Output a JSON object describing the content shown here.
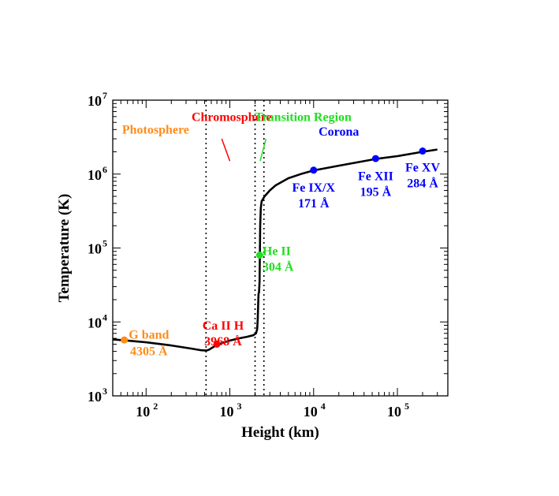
{
  "chart_data": {
    "type": "line",
    "title": "",
    "xlabel": "Height (km)",
    "ylabel": "Temperature (K)",
    "xscale": "log",
    "yscale": "log",
    "xlim": [
      40,
      400000
    ],
    "ylim": [
      1000,
      10000000
    ],
    "x_ticks": [
      {
        "value": 100,
        "base": "10",
        "exp": "2"
      },
      {
        "value": 1000,
        "base": "10",
        "exp": "3"
      },
      {
        "value": 10000,
        "base": "10",
        "exp": "4"
      },
      {
        "value": 100000,
        "base": "10",
        "exp": "5"
      }
    ],
    "y_ticks": [
      {
        "value": 1000,
        "base": "10",
        "exp": "3"
      },
      {
        "value": 10000,
        "base": "10",
        "exp": "4"
      },
      {
        "value": 100000,
        "base": "10",
        "exp": "5"
      },
      {
        "value": 1000000,
        "base": "10",
        "exp": "6"
      },
      {
        "value": 10000000,
        "base": "10",
        "exp": "7"
      }
    ],
    "grid": false,
    "series": [
      {
        "color": "#000000",
        "points": [
          [
            40,
            5800
          ],
          [
            60,
            5600
          ],
          [
            100,
            5300
          ],
          [
            200,
            4800
          ],
          [
            350,
            4350
          ],
          [
            450,
            4150
          ],
          [
            520,
            4100
          ],
          [
            560,
            4200
          ],
          [
            620,
            4500
          ],
          [
            700,
            4900
          ],
          [
            850,
            5300
          ],
          [
            1000,
            5600
          ],
          [
            1300,
            6000
          ],
          [
            1600,
            6300
          ],
          [
            1900,
            6600
          ],
          [
            2050,
            7000
          ],
          [
            2120,
            8000
          ],
          [
            2150,
            11000
          ],
          [
            2180,
            18000
          ],
          [
            2200,
            24000
          ],
          [
            2230,
            25000
          ],
          [
            2260,
            35000
          ],
          [
            2280,
            80000
          ],
          [
            2300,
            200000
          ],
          [
            2340,
            350000
          ],
          [
            2400,
            430000
          ],
          [
            2600,
            500000
          ],
          [
            3000,
            600000
          ],
          [
            3500,
            700000
          ],
          [
            5000,
            880000
          ],
          [
            7000,
            1000000
          ],
          [
            10000,
            1120000
          ],
          [
            20000,
            1300000
          ],
          [
            55000,
            1600000
          ],
          [
            100000,
            1750000
          ],
          [
            200000,
            2000000
          ],
          [
            300000,
            2150000
          ]
        ]
      }
    ],
    "region_lines": [
      520,
      2000,
      2550
    ],
    "region_labels": [
      {
        "text": "Photosphere",
        "x": 130,
        "y": 3500000,
        "color": "#ff8c1a"
      },
      {
        "text": "Chromosphere",
        "x": 1050,
        "y": 5200000,
        "color": "#ff0000"
      },
      {
        "text": "Transition Region",
        "x": 7500,
        "y": 5200000,
        "color": "#22dd22"
      },
      {
        "text": "Corona",
        "x": 20000,
        "y": 3300000,
        "color": "#0000ff"
      }
    ],
    "pointers": [
      {
        "color": "#ff0000",
        "from": [
          800,
          3000000
        ],
        "to": [
          1000,
          1500000
        ]
      },
      {
        "color": "#22dd22",
        "from": [
          2700,
          3000000
        ],
        "to": [
          2300,
          1500000
        ]
      }
    ],
    "points": [
      {
        "x": 55,
        "y": 5700,
        "color": "#ff8c1a",
        "label_lines": [
          "G band",
          "4305 Å"
        ],
        "lx": 108,
        "ly": 5900,
        "ldy": 21
      },
      {
        "x": 700,
        "y": 5000,
        "color": "#ff0000",
        "label_lines": [
          "Ca II H",
          "3968 Å"
        ],
        "lx": 830,
        "ly": 7900,
        "ldy": 20
      },
      {
        "x": 2270,
        "y": 80000,
        "color": "#22dd22",
        "label_lines": [
          "He II",
          "304 Å"
        ],
        "lx": 2450,
        "ly": 80000,
        "ldy": 20,
        "anchor": "start"
      },
      {
        "x": 10000,
        "y": 1130000,
        "color": "#0000ff",
        "label_lines": [
          "Fe IX/X",
          "171 Å"
        ],
        "lx": 10000,
        "ly": 580000,
        "ldy": 20
      },
      {
        "x": 55000,
        "y": 1620000,
        "color": "#0000ff",
        "label_lines": [
          "Fe XII",
          "195 Å"
        ],
        "lx": 55000,
        "ly": 830000,
        "ldy": 20
      },
      {
        "x": 200000,
        "y": 2050000,
        "color": "#0000ff",
        "label_lines": [
          "Fe XV",
          "284 Å"
        ],
        "lx": 200000,
        "ly": 1080000,
        "ldy": 20
      }
    ]
  }
}
